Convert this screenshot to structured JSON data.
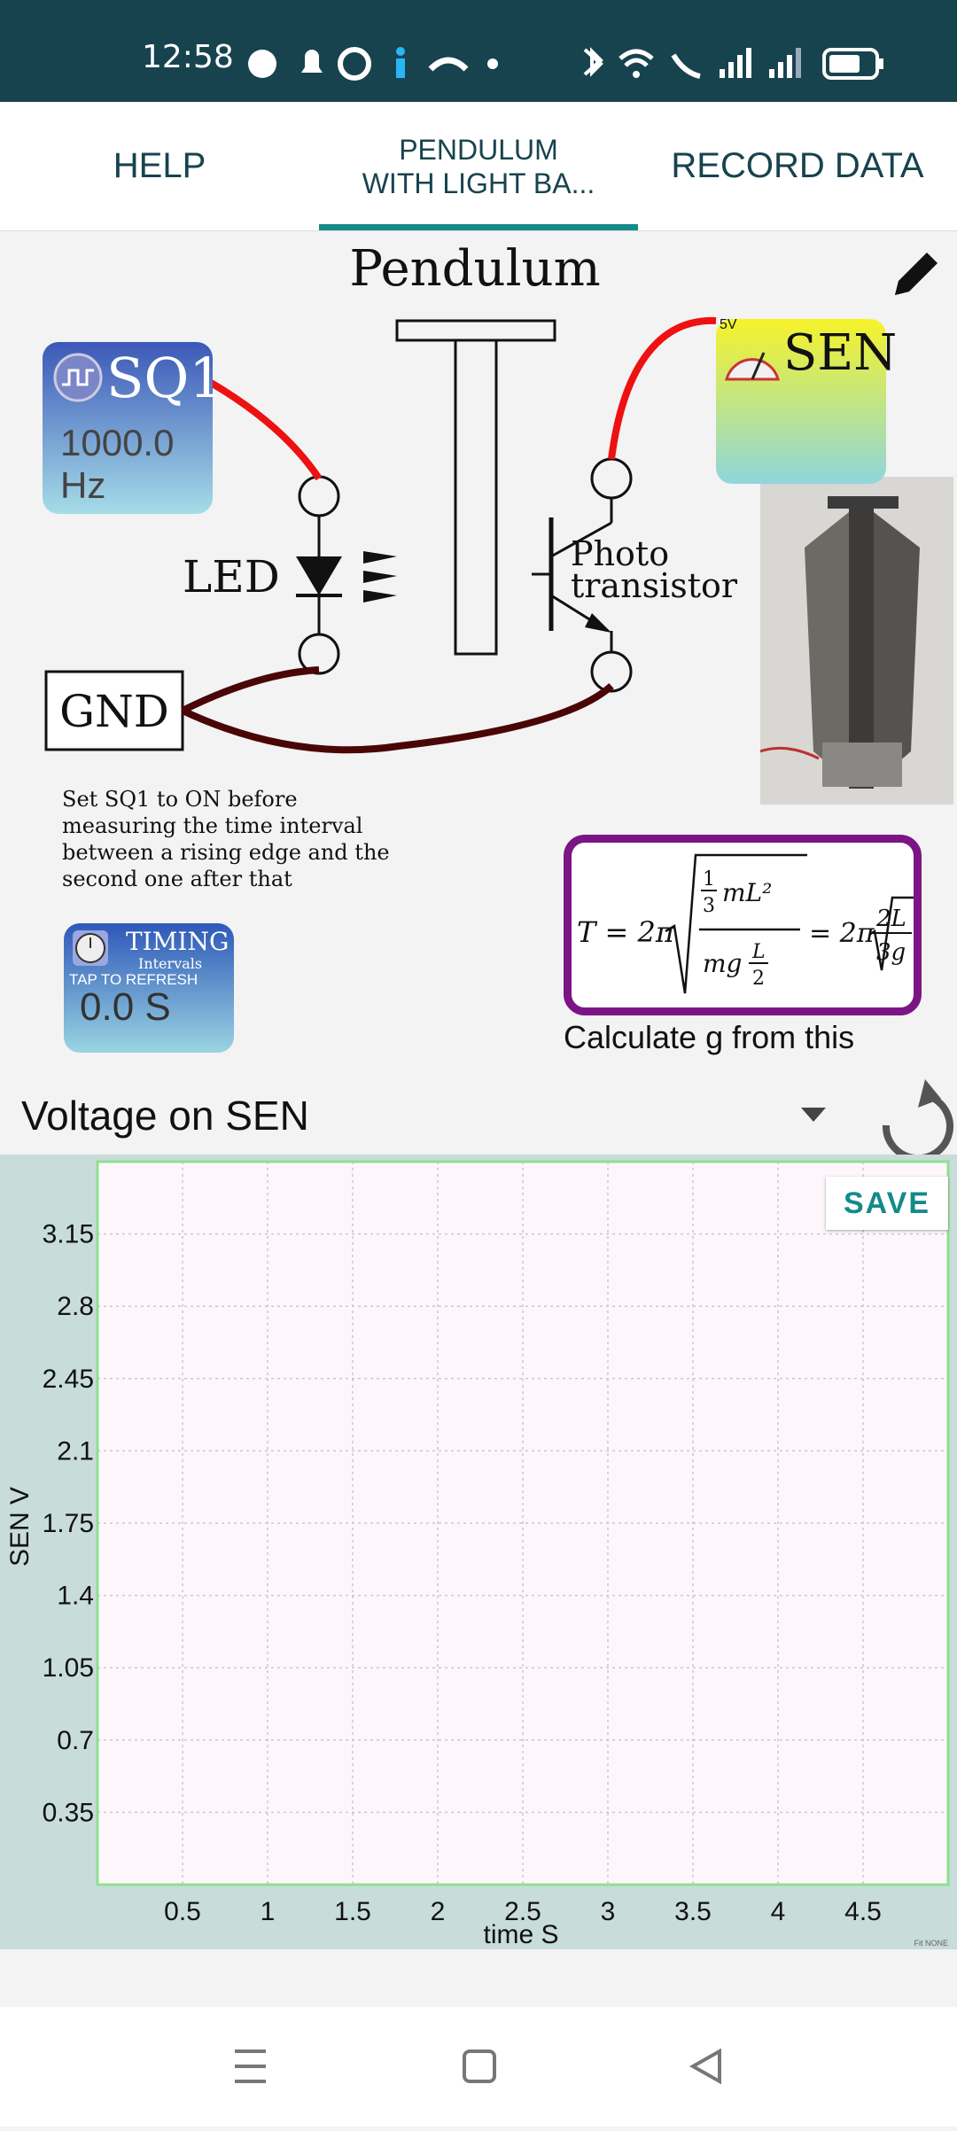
{
  "status_bar": {
    "time": "12:58"
  },
  "tabs": [
    {
      "label": "HELP"
    },
    {
      "label": "PENDULUM\nWITH LIGHT BA..."
    },
    {
      "label": "RECORD DATA"
    }
  ],
  "diagram": {
    "title": "Pendulum",
    "led_label": "LED",
    "gnd_label": "GND",
    "photo_label_1": "Photo",
    "photo_label_2": "transistor",
    "instructions": [
      "Set SQ1 to ON before",
      "measuring the time interval",
      "between a rising edge and the",
      "second one after that"
    ]
  },
  "sq1_widget": {
    "title": "SQ1",
    "value": "1000.0 Hz"
  },
  "sen_widget": {
    "title": "SEN",
    "small": "5V"
  },
  "timing_widget": {
    "title": "TIMING",
    "subtitle": "Intervals",
    "hint": "TAP TO REFRESH",
    "value": "0.0 S"
  },
  "formula": {
    "lhs": "T = 2π",
    "mid": "= 2π",
    "num_a": "1",
    "num_b": "3",
    "num_c": "mL²",
    "den_a": "mg",
    "den_b": "L",
    "den_c": "2",
    "r_num": "2L",
    "r_den": "3g",
    "caption": "Calculate g from this"
  },
  "channel_select": {
    "selected": "Voltage on SEN"
  },
  "plot": {
    "save_label": "SAVE",
    "corner_text": "Fit NONE"
  },
  "chart_data": {
    "type": "line",
    "x": [],
    "series": [],
    "xlabel": "time S",
    "ylabel": "SEN V",
    "xlim": [
      0,
      5
    ],
    "ylim": [
      0,
      3.5
    ],
    "xticks": [
      0.5,
      1,
      1.5,
      2,
      2.5,
      3,
      3.5,
      4,
      4.5
    ],
    "yticks": [
      0.35,
      0.7,
      1.05,
      1.4,
      1.75,
      2.1,
      2.45,
      2.8,
      3.15
    ],
    "xtick_labels": [
      "0.5",
      "1",
      "1.5",
      "2",
      "2.5",
      "3",
      "3.5",
      "4",
      "4.5"
    ],
    "ytick_labels": [
      "0.35",
      "0.7",
      "1.05",
      "1.4",
      "1.75",
      "2.1",
      "2.45",
      "2.8",
      "3.15"
    ],
    "grid": true,
    "colors": {
      "plot_bg": "#fdf7fb",
      "frame": "#8fe08f",
      "grid": "#c9c9c9"
    }
  }
}
